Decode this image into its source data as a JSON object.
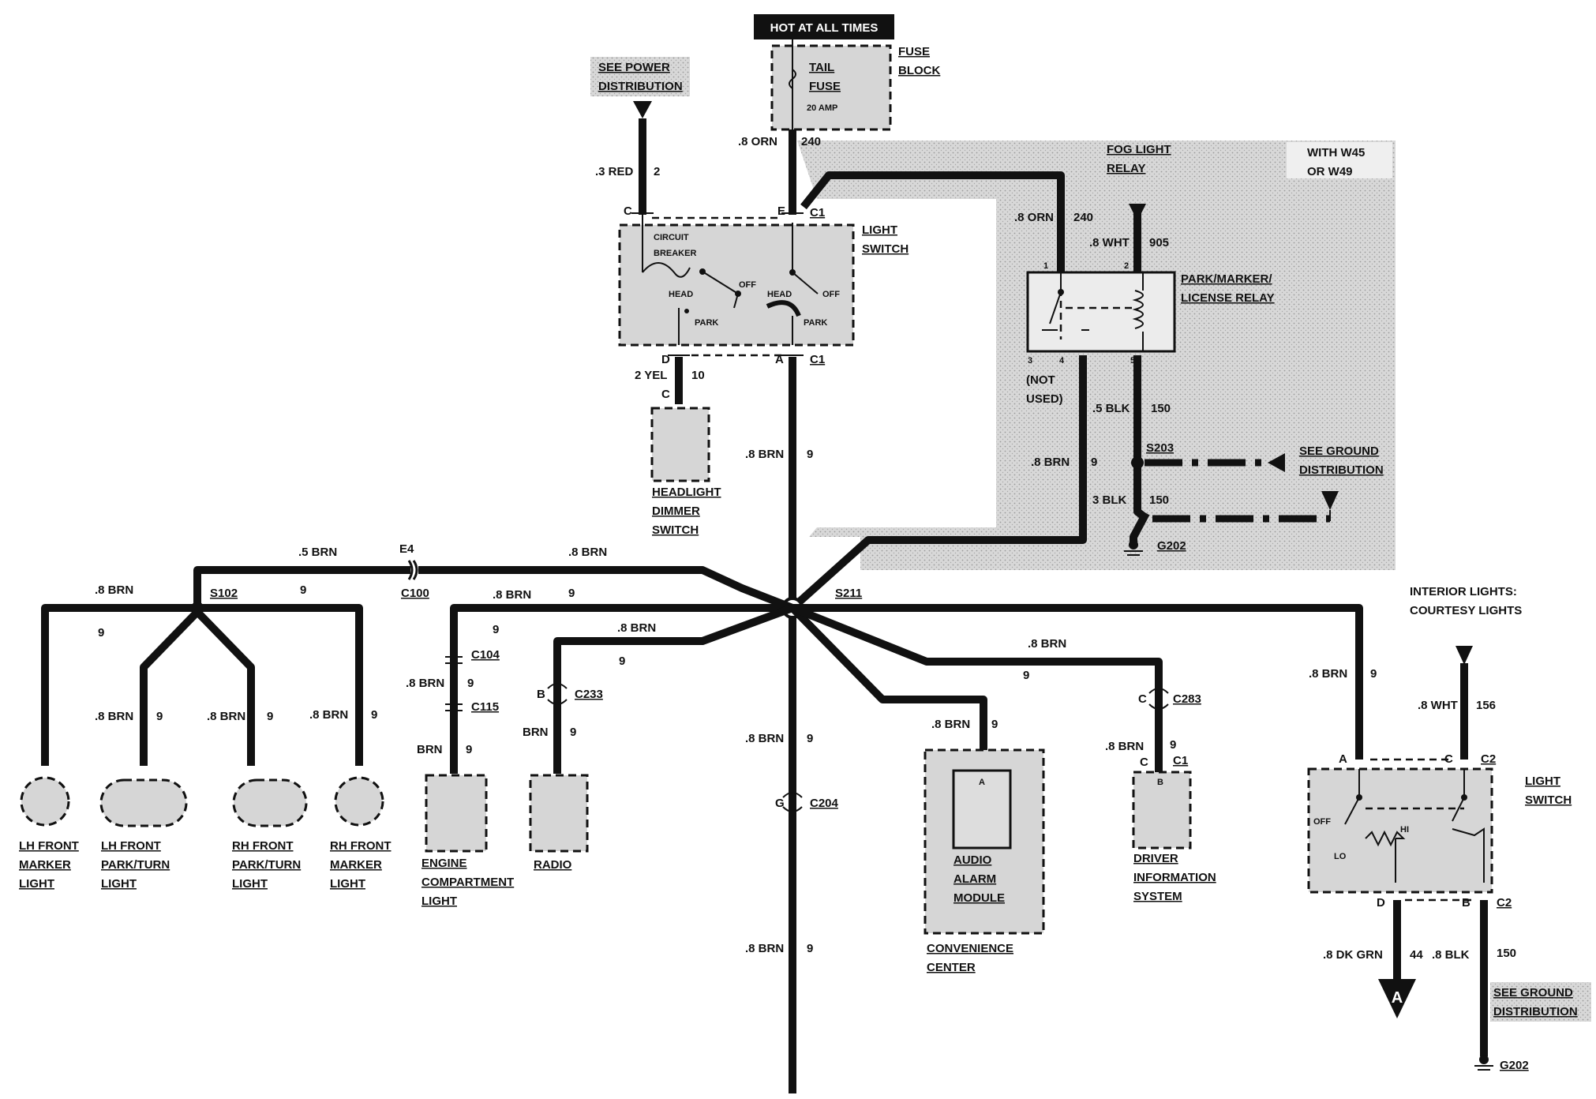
{
  "header": {
    "hot_at_all_times": "HOT AT ALL TIMES"
  },
  "fuse_block": {
    "label_line1": "FUSE",
    "label_line2": "BLOCK",
    "fuse_line1": "TAIL",
    "fuse_line2": "FUSE",
    "rating": "20 AMP"
  },
  "see_power": {
    "line1": "SEE POWER",
    "line2": "DISTRIBUTION"
  },
  "light_switch": {
    "label_line1": "LIGHT",
    "label_line2": "SWITCH",
    "circuit_line1": "CIRCUIT",
    "circuit_line2": "BREAKER",
    "head_left": "HEAD",
    "park_left": "PARK",
    "off_left": "OFF",
    "head_right": "HEAD",
    "park_right": "PARK",
    "off_right": "OFF",
    "pin_c": "C",
    "pin_e": "E",
    "conn_top": "C1",
    "pin_d": "D",
    "pin_a": "A",
    "conn_bottom": "C1"
  },
  "fog_relay": {
    "line1": "FOG LIGHT",
    "line2": "RELAY"
  },
  "option": {
    "line1": "WITH W45",
    "line2": "OR W49"
  },
  "park_relay": {
    "line1": "PARK/MARKER/",
    "line2": "LICENSE RELAY",
    "pin1": "1",
    "pin2": "2",
    "pin3": "3",
    "pin4": "4",
    "pin5": "5",
    "not_used_line1": "(NOT",
    "not_used_line2": "USED)"
  },
  "wires": {
    "w_red": ".3 RED",
    "w_red_circ": "2",
    "w_orn_top": ".8 ORN",
    "w_orn_top_circ": "240",
    "w_orn_relay": ".8 ORN",
    "w_orn_relay_circ": "240",
    "w_wht_relay": ".8 WHT",
    "w_wht_relay_circ": "905",
    "w_yel": "2 YEL",
    "w_yel_circ": "10",
    "w_yel_pin": "C",
    "w_brn_main": ".8 BRN",
    "w_brn_main_circ": "9",
    "w_brn_relay": ".8 BRN",
    "w_brn_relay_circ": "9",
    "w_blk5": ".5 BLK",
    "w_blk5_circ": "150",
    "w_blk3": "3 BLK",
    "w_blk3_circ": "150",
    "w_brn5": ".5 BRN",
    "e4": "E4",
    "c100": "C100",
    "w_brn_e4": ".8 BRN",
    "s211": "S211",
    "w_brn_s102": ".8 BRN",
    "w_brn_s102_circ": "9",
    "s102": "S102",
    "w_s102_circ2": "9",
    "w_lhm": ".8 BRN",
    "w_lhm_circ": "9",
    "w_lhp": ".8 BRN",
    "w_lhp_circ": "9",
    "w_rhp": ".8 BRN",
    "w_rhp_circ": "9",
    "w_rhm": ".8 BRN",
    "w_rhm_circ": "9",
    "w_eng": ".8 BRN",
    "w_eng_circ": "9",
    "w_eng_circ2": "9",
    "c104": "C104",
    "w_eng2": ".8 BRN",
    "w_eng2_circ": "9",
    "c115": "C115",
    "w_eng3": "BRN",
    "w_eng3_circ": "9",
    "w_radio": ".8 BRN",
    "w_radio_circ": "9",
    "radio_pin": "B",
    "c233": "C233",
    "w_radio2": "BRN",
    "w_radio2_circ": "9",
    "w_main2": ".8 BRN",
    "w_main2_circ": "9",
    "g_pin": "G",
    "c204": "C204",
    "w_main3": ".8 BRN",
    "w_main3_circ": "9",
    "w_audio": ".8 BRN",
    "w_audio_circ": "9",
    "w_dis": ".8 BRN",
    "w_dis_circ": "9",
    "dis_pin_c": "C",
    "c283": "C283",
    "w_dis2": ".8 BRN",
    "w_dis2_circ": "9",
    "dis_pin_c2": "C",
    "dis_c1": "C1",
    "w_int": ".8 BRN",
    "w_int_circ": "9",
    "w_wht156": ".8 WHT",
    "w_wht156_circ": "156",
    "w_dkgrn": ".8 DK GRN",
    "w_dkgrn_circ": "44",
    "w_blk150": ".8 BLK",
    "w_blk150_circ": "150"
  },
  "ground": {
    "s203": "S203",
    "g202": "G202",
    "see_line1": "SEE GROUND",
    "see_line2": "DISTRIBUTION"
  },
  "components": {
    "dimmer_line1": "HEADLIGHT",
    "dimmer_line2": "DIMMER",
    "dimmer_line3": "SWITCH",
    "lh_marker_1": "LH FRONT",
    "lh_marker_2": "MARKER",
    "lh_marker_3": "LIGHT",
    "lh_park_1": "LH FRONT",
    "lh_park_2": "PARK/TURN",
    "lh_park_3": "LIGHT",
    "rh_park_1": "RH FRONT",
    "rh_park_2": "PARK/TURN",
    "rh_park_3": "LIGHT",
    "rh_marker_1": "RH FRONT",
    "rh_marker_2": "MARKER",
    "rh_marker_3": "LIGHT",
    "engine_1": "ENGINE",
    "engine_2": "COMPARTMENT",
    "engine_3": "LIGHT",
    "radio": "RADIO",
    "audio_pin": "A",
    "audio_1": "AUDIO",
    "audio_2": "ALARM",
    "audio_3": "MODULE",
    "conv_1": "CONVENIENCE",
    "conv_2": "CENTER",
    "dis_pin_b": "B",
    "dis_1": "DRIVER",
    "dis_2": "INFORMATION",
    "dis_3": "SYSTEM"
  },
  "interior": {
    "title_line1": "INTERIOR LIGHTS:",
    "title_line2": "COURTESY LIGHTS",
    "switch_line1": "LIGHT",
    "switch_line2": "SWITCH",
    "pin_a": "A",
    "pin_c": "C",
    "conn_c2": "C2",
    "pin_d": "D",
    "pin_b": "B",
    "conn_c2b": "C2",
    "off": "OFF",
    "lo": "LO",
    "hi": "HI",
    "arrow_a": "A",
    "see_line1": "SEE GROUND",
    "see_line2": "DISTRIBUTION",
    "g202": "G202"
  }
}
